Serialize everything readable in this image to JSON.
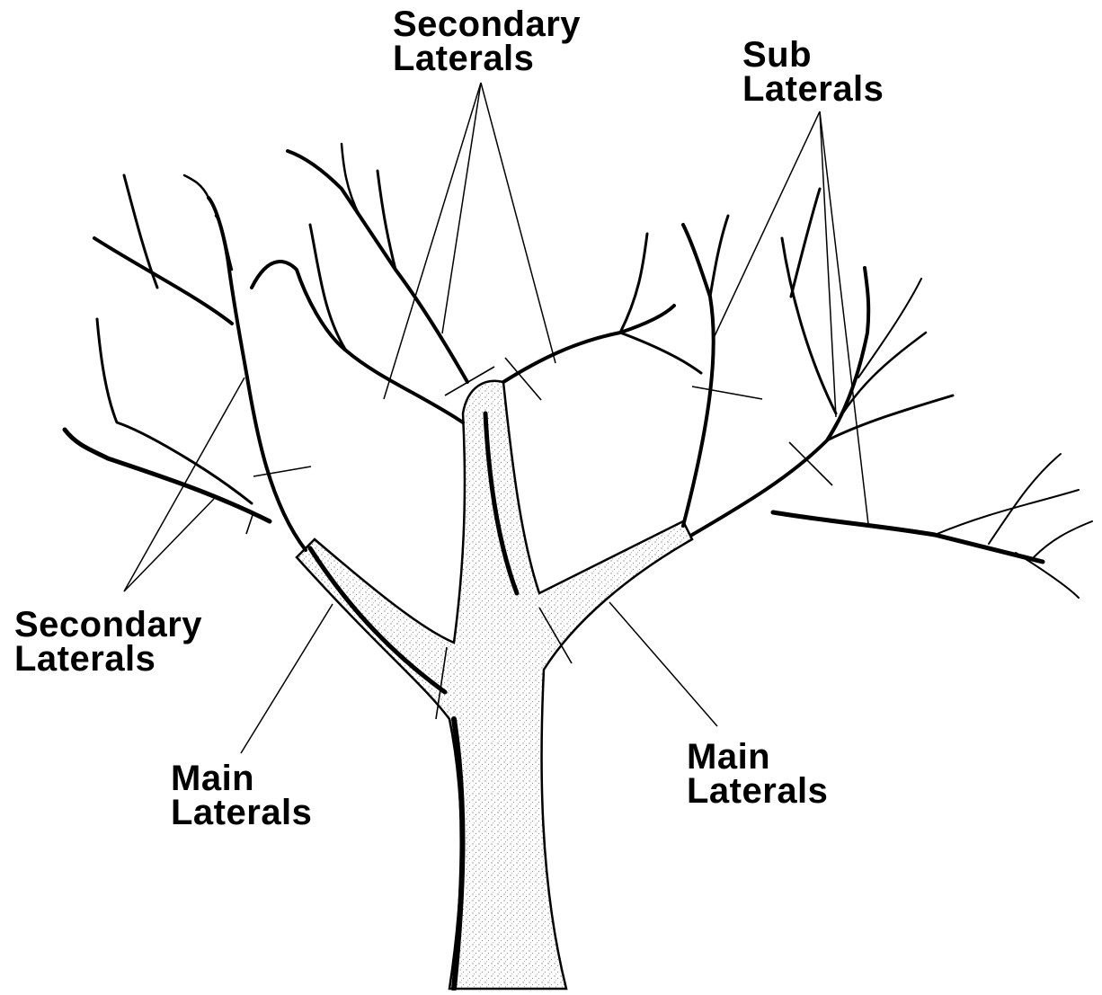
{
  "diagram": {
    "labels": {
      "secondary_top": {
        "line1": "Secondary",
        "line2": "Laterals"
      },
      "sub": {
        "line1": "Sub",
        "line2": "Laterals"
      },
      "secondary_left": {
        "line1": "Secondary",
        "line2": "Laterals"
      },
      "main_left": {
        "line1": "Main",
        "line2": "Laterals"
      },
      "main_right": {
        "line1": "Main",
        "line2": "Laterals"
      }
    }
  }
}
